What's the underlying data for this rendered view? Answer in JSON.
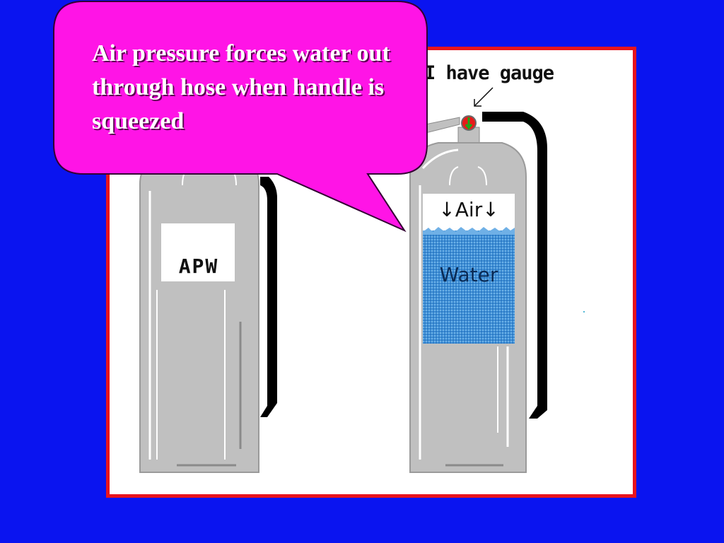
{
  "callout": {
    "text": "Air pressure forces water out through hose when handle is squeezed"
  },
  "gauge_note": "I have gauge",
  "left_extinguisher": {
    "label": "APW",
    "pictograms": [
      "class-a-icon",
      "class-b-crossed-icon",
      "class-c-crossed-icon"
    ]
  },
  "right_extinguisher": {
    "air_label": "↓Air↓",
    "water_label": "Water"
  },
  "colors": {
    "background": "#0a14f0",
    "frame_border": "#e8141e",
    "callout_fill": "#ff14e6",
    "cylinder": "#c0c0c0",
    "water": "#3d8fd6"
  }
}
